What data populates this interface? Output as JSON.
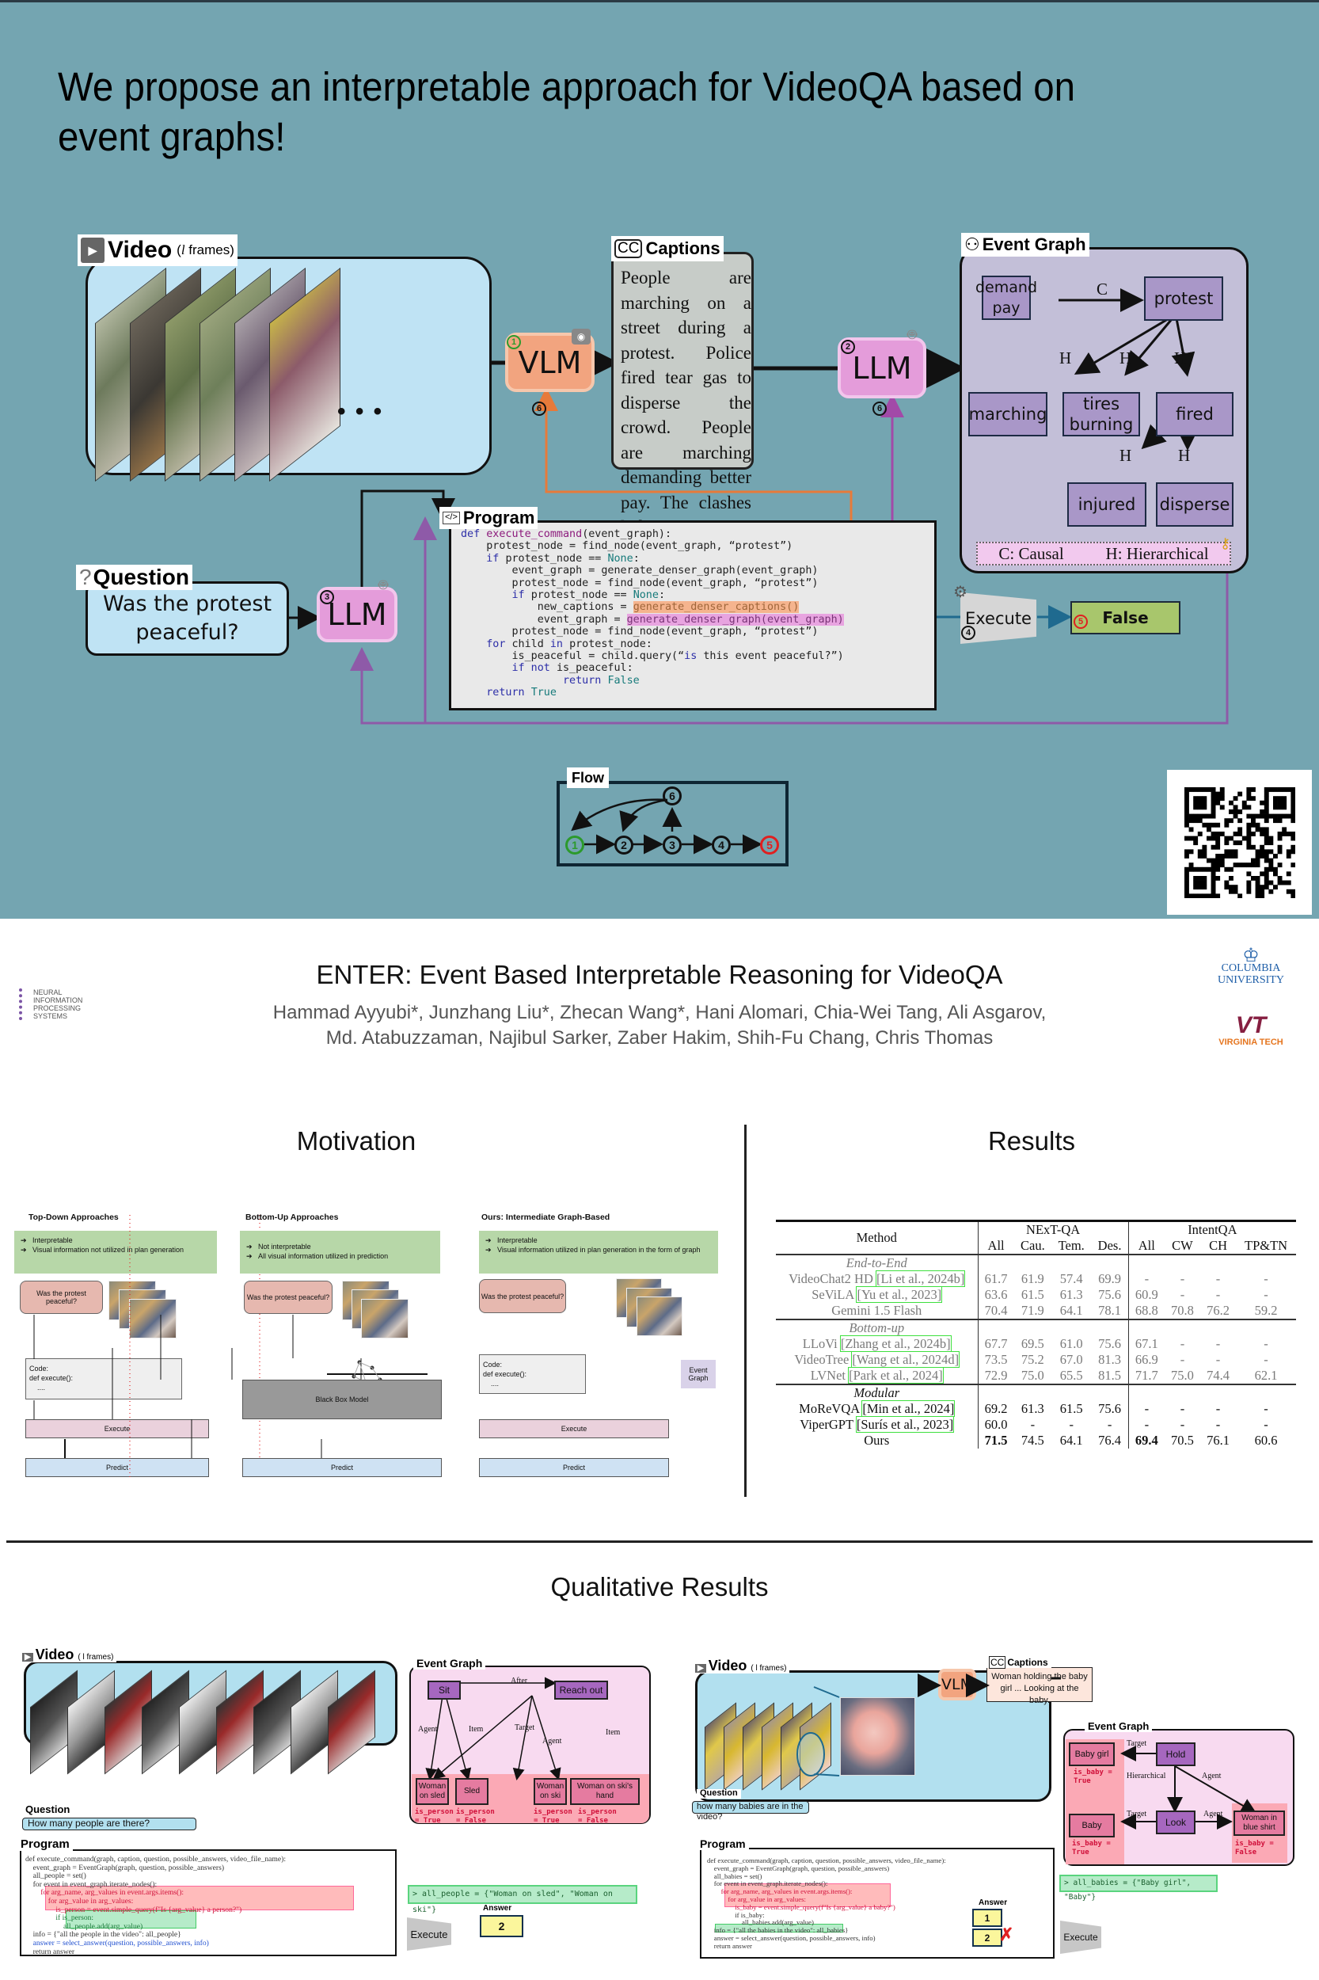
{
  "hero": {
    "headline": "We propose an interpretable approach for VideoQA based on event graphs!",
    "video": {
      "title": "Video",
      "subtitle_open": "(",
      "subtitle_var": "l",
      "subtitle_rest": " frames)",
      "ellipsis": "• • •"
    },
    "vlm": {
      "label": "VLM",
      "step": "1",
      "feedback_step": "6"
    },
    "captions": {
      "icon": "CC",
      "title": "Captions",
      "text": "People are marching on a street during a protest. Police fired tear gas to disperse the crowd. People are marching demanding better pay. The clashes led to injury to several people…"
    },
    "llm_graph": {
      "label": "LLM",
      "step": "2",
      "feedback_step": "6"
    },
    "event_graph": {
      "title": "Event Graph",
      "nodes": [
        "demand pay",
        "protest",
        "marching",
        "tires burning",
        "fired",
        "injured",
        "disperse"
      ],
      "edges": [
        {
          "from": "demand pay",
          "to": "protest",
          "label": "C"
        },
        {
          "from": "protest",
          "to": "marching",
          "label": "H"
        },
        {
          "from": "protest",
          "to": "tires burning",
          "label": "H"
        },
        {
          "from": "protest",
          "to": "fired",
          "label": "H"
        },
        {
          "from": "fired",
          "to": "injured",
          "label": "H"
        },
        {
          "from": "fired",
          "to": "disperse",
          "label": "H"
        }
      ],
      "legend_causal": "C: Causal",
      "legend_hier": "H: Hierarchical"
    },
    "question": {
      "title": "Question",
      "text": "Was the protest peaceful?"
    },
    "llm_program": {
      "label": "LLM",
      "step": "3"
    },
    "program": {
      "title": "Program",
      "lines": [
        {
          "indent": 0,
          "parts": [
            [
              "kw",
              "def "
            ],
            [
              "fn",
              "execute_command"
            ],
            [
              "",
              "(event_graph):"
            ]
          ]
        },
        {
          "indent": 1,
          "parts": [
            [
              "",
              "protest_node = find_node(event_graph, “protest”)"
            ]
          ]
        },
        {
          "indent": 1,
          "parts": [
            [
              "kw",
              "if "
            ],
            [
              "",
              "protest_node == "
            ],
            [
              "cn",
              "None"
            ],
            [
              "",
              ":"
            ]
          ]
        },
        {
          "indent": 2,
          "parts": [
            [
              "",
              "event_graph = generate_denser_graph(event_graph)"
            ]
          ]
        },
        {
          "indent": 2,
          "parts": [
            [
              "",
              "protest_node = find_node(event_graph, “protest”)"
            ]
          ]
        },
        {
          "indent": 2,
          "parts": [
            [
              "kw",
              "if "
            ],
            [
              "",
              "protest_node == "
            ],
            [
              "cn",
              "None"
            ],
            [
              "",
              ":"
            ]
          ]
        },
        {
          "indent": 3,
          "parts": [
            [
              "",
              "new_captions = "
            ],
            [
              "hl-orange",
              "generate_denser_captions()"
            ]
          ]
        },
        {
          "indent": 3,
          "parts": [
            [
              "",
              "event_graph = "
            ],
            [
              "hl-purple",
              "generate_denser_graph(event_graph)"
            ]
          ]
        },
        {
          "indent": 2,
          "parts": [
            [
              "",
              "protest_node = find_node(event_graph, “protest”)"
            ]
          ]
        },
        {
          "indent": 1,
          "parts": [
            [
              "kw",
              "for "
            ],
            [
              "",
              "child "
            ],
            [
              "kw",
              "in "
            ],
            [
              "",
              "protest_node:"
            ]
          ]
        },
        {
          "indent": 2,
          "parts": [
            [
              "",
              "is_peaceful = child.query(“"
            ],
            [
              "kw",
              "is "
            ],
            [
              "",
              "this event peaceful?”)"
            ]
          ]
        },
        {
          "indent": 2,
          "parts": [
            [
              "kw",
              "if not "
            ],
            [
              "",
              "is_peaceful:"
            ]
          ]
        },
        {
          "indent": 4,
          "parts": [
            [
              "kw",
              "return "
            ],
            [
              "cn",
              "False"
            ]
          ]
        },
        {
          "indent": 1,
          "parts": [
            [
              "kw",
              "return "
            ],
            [
              "cn",
              "True"
            ]
          ]
        }
      ]
    },
    "execute": {
      "label": "Execute",
      "step": "4"
    },
    "result": {
      "label": "False",
      "step": "5"
    },
    "flow": {
      "title": "Flow",
      "steps": [
        "1",
        "2",
        "3",
        "4",
        "5",
        "6"
      ]
    },
    "colors": {
      "background": "#74a5b1",
      "vlm": "#f2a47f",
      "llm": "#e49cda",
      "graph_bg": "#c3bfd8",
      "node": "#a997c8",
      "result": "#a8c66c",
      "orange_line": "#e77a3a",
      "purple_line": "#a24aa8",
      "blue_line": "#1f6a8f"
    }
  },
  "header": {
    "title": "ENTER: Event Based Interpretable Reasoning for VideoQA",
    "authors_line1": "Hammad Ayyubi*, Junzhang Liu*, Zhecan Wang*, Hani Alomari, Chia-Wei Tang, Ali Asgarov,",
    "authors_line2": "Md. Atabuzzaman, Najibul Sarker, Zaber Hakim, Shih-Fu Chang, Chris Thomas",
    "logo_left": [
      "NEURAL",
      "INFORMATION",
      "PROCESSING",
      "SYSTEMS"
    ],
    "logo_columbia": [
      "COLUMBIA",
      "UNIVERSITY"
    ],
    "logo_vt": {
      "mark": "VT",
      "name": "VIRGINIA TECH"
    }
  },
  "motivation": {
    "title": "Motivation",
    "columns": [
      {
        "header": "Top-Down Approaches",
        "bullets": [
          "Interpretable",
          "Visual information not utilized in plan generation"
        ],
        "question": "Was the protest peaceful?",
        "code": [
          "Code:",
          "def execute():",
          "    ...."
        ],
        "execute": "Execute",
        "predict": "Predict"
      },
      {
        "header": "Bottom-Up Approaches",
        "bullets": [
          "Not interpretable",
          "All visual information utilized in prediction"
        ],
        "question": "Was the protest peaceful?",
        "blackbox": "Black Box Model",
        "predict": "Predict"
      },
      {
        "header": "Ours: Intermediate Graph-Based",
        "bullets": [
          "Interpretable",
          "Visual information utilized in plan generation in the form of graph"
        ],
        "question": "Was the protest peaceful?",
        "code": [
          "Code:",
          "def execute():",
          "    ...."
        ],
        "event_graph": "Event Graph",
        "execute": "Execute",
        "predict": "Predict"
      }
    ]
  },
  "results": {
    "title": "Results",
    "columns": {
      "method": "Method",
      "group1": "NExT-QA",
      "group2": "IntentQA",
      "sub": [
        "All",
        "Cau.",
        "Tem.",
        "Des.",
        "All",
        "CW",
        "CH",
        "TP&TN"
      ]
    },
    "sections": [
      {
        "name": "End-to-End",
        "rows": [
          {
            "method": "VideoChat2 HD",
            "cite": "[Li et al., 2024b]",
            "values": [
              "61.7",
              "61.9",
              "57.4",
              "69.9",
              "-",
              "-",
              "-",
              "-"
            ]
          },
          {
            "method": "SeViLA",
            "cite": "[Yu et al., 2023]",
            "values": [
              "63.6",
              "61.5",
              "61.3",
              "75.6",
              "60.9",
              "-",
              "-",
              "-"
            ]
          },
          {
            "method": "Gemini 1.5 Flash",
            "cite": "",
            "values": [
              "70.4",
              "71.9",
              "64.1",
              "78.1",
              "68.8",
              "70.8",
              "76.2",
              "59.2"
            ]
          }
        ]
      },
      {
        "name": "Bottom-up",
        "rows": [
          {
            "method": "LLoVi",
            "cite": "[Zhang et al., 2024b]",
            "values": [
              "67.7",
              "69.5",
              "61.0",
              "75.6",
              "67.1",
              "-",
              "-",
              "-"
            ]
          },
          {
            "method": "VideoTree",
            "cite": "[Wang et al., 2024d]",
            "values": [
              "73.5",
              "75.2",
              "67.0",
              "81.3",
              "66.9",
              "-",
              "-",
              "-"
            ]
          },
          {
            "method": "LVNet",
            "cite": "[Park et al., 2024]",
            "values": [
              "72.9",
              "75.0",
              "65.5",
              "81.5",
              "71.7",
              "75.0",
              "74.4",
              "62.1"
            ]
          }
        ]
      },
      {
        "name": "Modular",
        "rows": [
          {
            "method": "MoReVQA",
            "cite": "[Min et al., 2024]",
            "values": [
              "69.2",
              "61.3",
              "61.5",
              "75.6",
              "-",
              "-",
              "-",
              "-"
            ]
          },
          {
            "method": "ViperGPT",
            "cite": "[Surís et al., 2023]",
            "values": [
              "60.0",
              "-",
              "-",
              "-",
              "-",
              "-",
              "-",
              "-"
            ]
          },
          {
            "method": "Ours",
            "cite": "",
            "values": [
              "71.5",
              "74.5",
              "64.1",
              "76.4",
              "69.4",
              "70.5",
              "76.1",
              "60.6"
            ],
            "bold": [
              0,
              4
            ]
          }
        ]
      }
    ]
  },
  "qualitative": {
    "title": "Qualitative Results",
    "example1": {
      "video_title": "Video",
      "video_sub": "( l frames)",
      "question_title": "Question",
      "question": "How many people are there?",
      "graph_title": "Event Graph",
      "events": [
        "Sit",
        "Reach out"
      ],
      "event_edge": "After",
      "args": [
        "Woman on sled",
        "Sled",
        "Woman on ski",
        "Woman on ski's hand"
      ],
      "arg_flags": [
        "is_person = True",
        "is_person = False",
        "is_person = True",
        "is_person = False"
      ],
      "edge_labels": [
        "Agent",
        "Item",
        "Target",
        "Agent",
        "Item"
      ],
      "program_title": "Program",
      "code": [
        "def execute_command(graph, caption, question, possible_answers, video_file_name):",
        "    event_graph = EventGraph(graph, question, possible_answers)",
        "    all_people = set()",
        "    for event in event_graph.iterate_nodes():",
        "        for arg_name, arg_values in event.args.items():",
        "            for arg_value in arg_values:",
        "                is_person = event.simple_query(f\"Is {arg_value} a person?\")",
        "                if is_person:",
        "                    all_people.add(arg_value)",
        "    info = {\"all the people in the video\": all_people}",
        "    answer = select_answer(question, possible_answers, info)",
        "    return answer"
      ],
      "output": "> all_people = {\"Woman on sled\", \"Woman on ski\"}",
      "execute": "Execute",
      "answer_title": "Answer",
      "answer": "2"
    },
    "example2": {
      "video_title": "Video",
      "video_sub": "( l frames)",
      "vlm": "VLM",
      "captions_title": "Captions",
      "captions": "Woman holding the baby girl ... Looking at the baby.",
      "question_title": "Question",
      "question": "how many babies are in the video?",
      "graph_title": "Event Graph",
      "events": [
        "Hold",
        "Look"
      ],
      "args": [
        "Baby girl",
        "Baby",
        "Woman in blue shirt"
      ],
      "arg_flags": [
        "is_baby = True",
        "is_baby = True",
        "is_baby = False"
      ],
      "edge_labels": [
        "Target",
        "Hierarchical",
        "Agent",
        "Target",
        "Agent"
      ],
      "program_title": "Program",
      "code": [
        "def execute_command(graph, caption, question, possible_answers, video_file_name):",
        "    event_graph = EventGraph(graph, question, possible_answers)",
        "    all_babies = set()",
        "    for event in event_graph.iterate_nodes():",
        "        for arg_name, arg_values in event.args.items():",
        "            for arg_value in arg_values:",
        "                is_baby = event.simple_query(f\"Is {arg_value} a baby?\")",
        "                if is_baby:",
        "                    all_babies.add(arg_value)",
        "    info = {\"all the babies in the video\": all_babies}",
        "    answer = select_answer(question, possible_answers, info)",
        "    return answer"
      ],
      "output": "> all_babies = {\"Baby girl\", \"Baby\"}",
      "execute": "Execute",
      "answer_title": "Answer",
      "answers": [
        "1",
        "2"
      ],
      "wrong_mark": "✗"
    }
  }
}
